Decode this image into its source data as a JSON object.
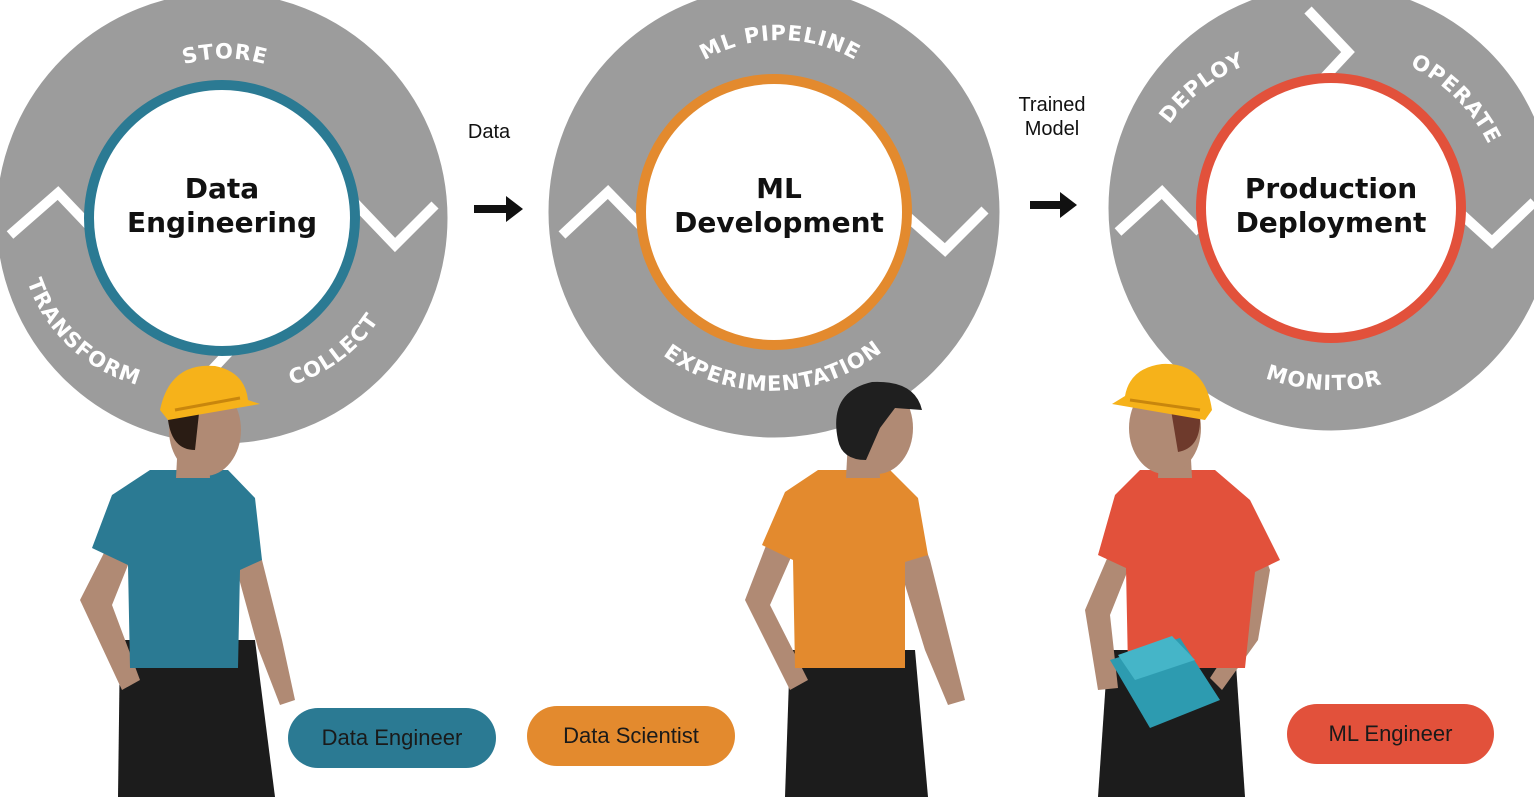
{
  "stages": [
    {
      "title_line1": "Data",
      "title_line2": "Engineering",
      "ring_labels": {
        "top": "STORE",
        "right": "COLLECT",
        "left": "TRANSFORM"
      },
      "accent": "#2b7a93"
    },
    {
      "title_line1": "ML",
      "title_line2": "Development",
      "ring_labels": {
        "top": "ML PIPELINE",
        "bottom": "EXPERIMENTATION"
      },
      "accent": "#e38a2e"
    },
    {
      "title_line1": "Production",
      "title_line2": "Deployment",
      "ring_labels": {
        "left": "DEPLOY",
        "right": "OPERATE",
        "bottom": "MONITOR"
      },
      "accent": "#e2513b"
    }
  ],
  "flows": [
    {
      "label_line1": "Data",
      "label_line2": ""
    },
    {
      "label_line1": "Trained",
      "label_line2": "Model"
    }
  ],
  "roles": [
    {
      "label": "Data Engineer",
      "shirt_color": "#2b7a93",
      "hat_color": "#f6b21a"
    },
    {
      "label": "Data Scientist",
      "shirt_color": "#e38a2e"
    },
    {
      "label": "ML Engineer",
      "shirt_color": "#e2513b",
      "hat_color": "#f6b21a"
    }
  ],
  "colors": {
    "ring_gray": "#9c9c9c",
    "skin": "#b08a74",
    "pants": "#1c1c1c"
  }
}
